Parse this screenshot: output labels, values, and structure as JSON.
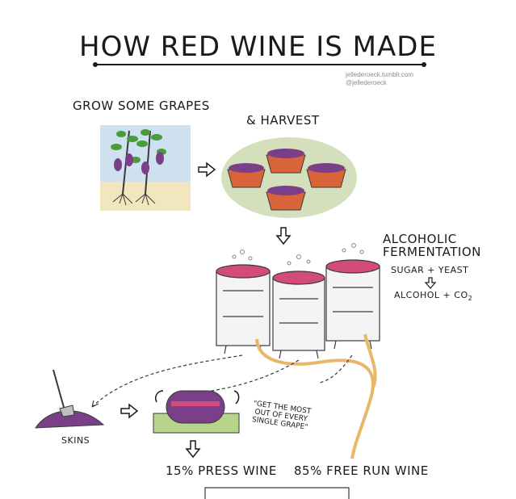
{
  "title": "HOW RED WINE IS MADE",
  "credits": {
    "site": "jellederoeck.tumblr.com",
    "handle": "@jellederoeck"
  },
  "steps": {
    "grow": "GROW SOME GRAPES",
    "harvest": "& HARVEST",
    "fermentation_line1": "ALCOHOLIC",
    "fermentation_line2": "FERMENTATION",
    "equation_inputs": "SUGAR + YEAST",
    "equation_outputs_prefix": "ALCOHOL + CO",
    "equation_subscript": "2"
  },
  "labels": {
    "skins": "SKINS",
    "quote_line1": "\"GET THE MOST",
    "quote_line2": "OUT OF EVERY",
    "quote_line3": "SINGLE GRAPE\"",
    "press_wine": "15% PRESS WINE",
    "free_run_wine": "85% FREE RUN WINE"
  },
  "colors": {
    "grape": "#7b3f8a",
    "wine": "#d24b7a",
    "basket": "#d9643a",
    "hose": "#e9b76a",
    "tray": "#b7d58a",
    "sky": "#cfe0ee",
    "ground": "#f2e6bf"
  }
}
